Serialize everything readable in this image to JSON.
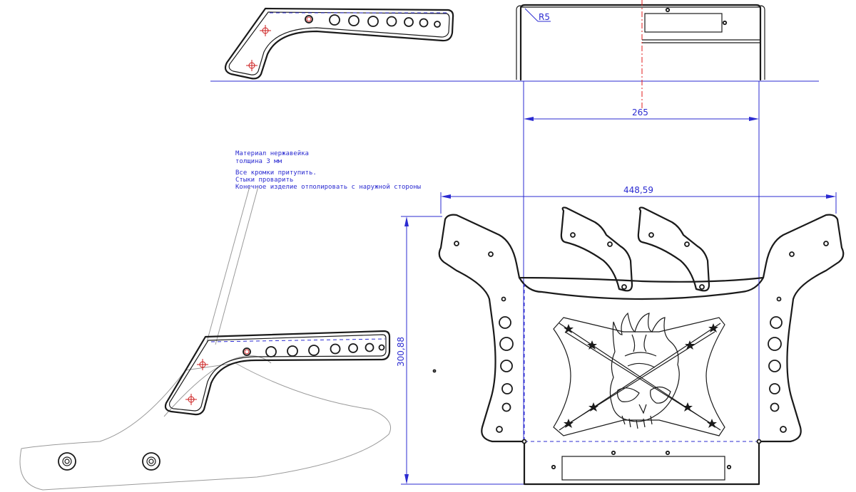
{
  "dimensions": {
    "radius_label": "R5",
    "width_top": "265",
    "width_main": "448,59",
    "height_main": "300,88"
  },
  "notes": {
    "line1": "Материал нержавейка",
    "line2": "толщина 3 мм",
    "line3": "Все кромки притупить.",
    "line4": "Стыки проварить",
    "line5": "Конечное изделие отполировать с наружной стороны"
  },
  "colors": {
    "line": "#1a1a1a",
    "dimension": "#2b2bd1",
    "center_line": "#e01b1b"
  }
}
